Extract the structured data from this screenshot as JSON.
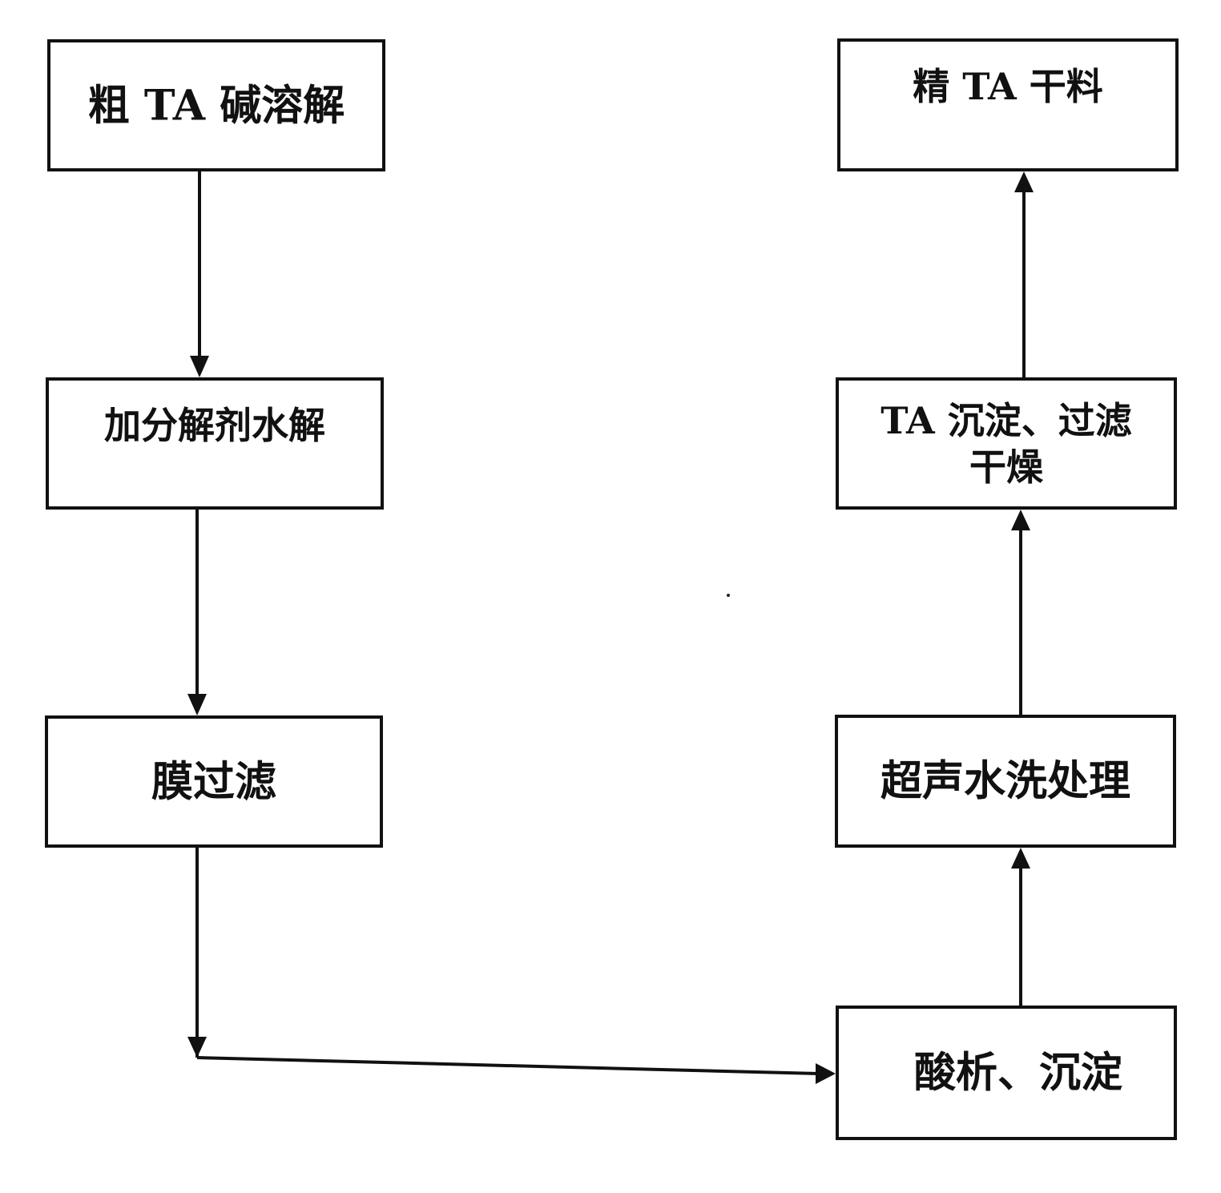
{
  "nodes": [
    {
      "id": "n1",
      "label": "粗 TA 碱溶解"
    },
    {
      "id": "n2",
      "label": "加分解剂水解"
    },
    {
      "id": "n3",
      "label": "膜过滤"
    },
    {
      "id": "n4",
      "label": "酸析、沉淀"
    },
    {
      "id": "n5",
      "label": "超声水洗处理"
    },
    {
      "id": "n6",
      "label": "TA 沉淀、过滤\n干燥"
    },
    {
      "id": "n7",
      "label": "精 TA 干料"
    }
  ],
  "edges": [
    {
      "from": "n1",
      "to": "n2"
    },
    {
      "from": "n2",
      "to": "n3"
    },
    {
      "from": "n3",
      "to": "n4"
    },
    {
      "from": "n4",
      "to": "n5"
    },
    {
      "from": "n5",
      "to": "n6"
    },
    {
      "from": "n6",
      "to": "n7"
    }
  ],
  "colors": {
    "stroke": "#111111",
    "background": "#ffffff"
  }
}
